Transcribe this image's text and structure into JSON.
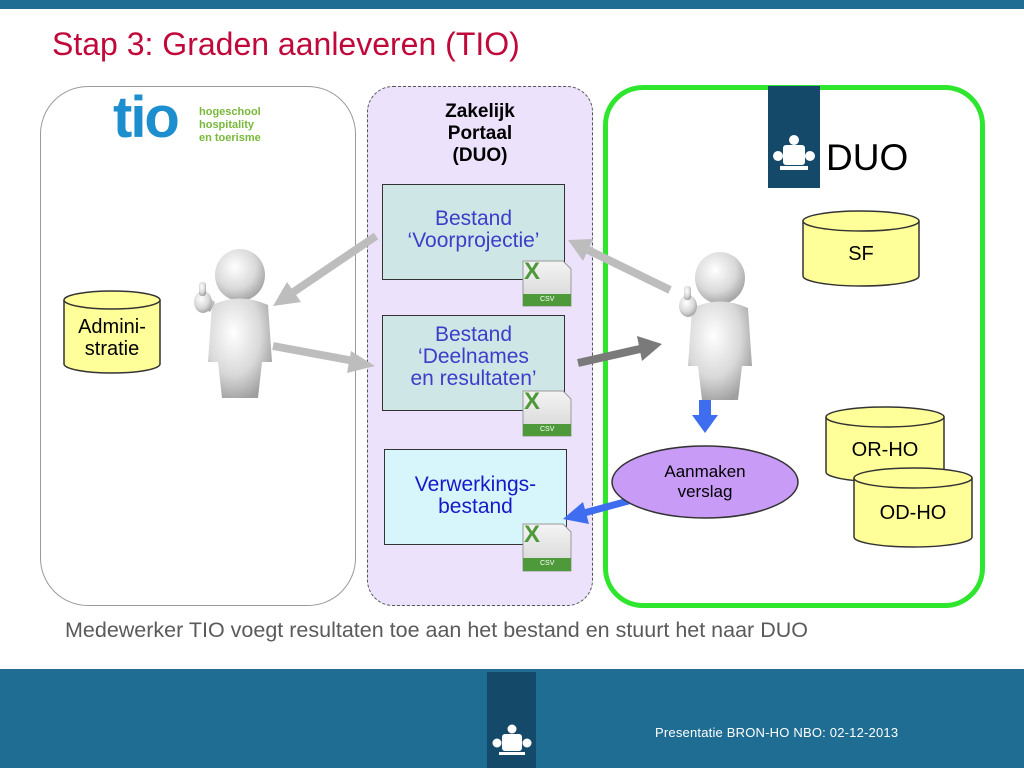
{
  "slide": {
    "title": "Stap 3: Graden aanleveren (TIO)",
    "caption": "Medewerker TIO voegt resultaten toe aan het bestand en stuurt het naar DUO",
    "footer": "Presentatie BRON-HO NBO: 02-12-2013"
  },
  "logo": {
    "tio": "tio",
    "line1": "hogeschool",
    "line2": "hospitality",
    "line3": "en toerisme"
  },
  "portal": {
    "title_line1": "Zakelijk",
    "title_line2": "Portaal",
    "title_line3": "(DUO)"
  },
  "files": [
    {
      "line1": "Bestand",
      "line2": "‘Voorprojectie’"
    },
    {
      "line1": "Bestand",
      "line2": "‘Deelnames",
      "line3": "en resultaten’"
    },
    {
      "line1": "Verwerkings-",
      "line2": "bestand"
    }
  ],
  "file_icon": {
    "x_letter": "X",
    "csv": "CSV"
  },
  "duo": {
    "label": "DUO"
  },
  "stores": {
    "admin_line1": "Admini-",
    "admin_line2": "stratie",
    "sf": "SF",
    "or_ho": "OR-HO",
    "od_ho": "OD-HO"
  },
  "process": {
    "line1": "Aanmaken",
    "line2": "verslag"
  },
  "colors": {
    "title": "#c0093a",
    "band": "#1f6d93",
    "emblem": "#15496a",
    "portal_fill": "#ede2fb",
    "duo_border": "#2ee62e",
    "db_fill": "#ffff99",
    "oval_fill": "#c89bf7",
    "file_text": "#3d3dc9",
    "arrow_blue": "#3e6df0"
  }
}
